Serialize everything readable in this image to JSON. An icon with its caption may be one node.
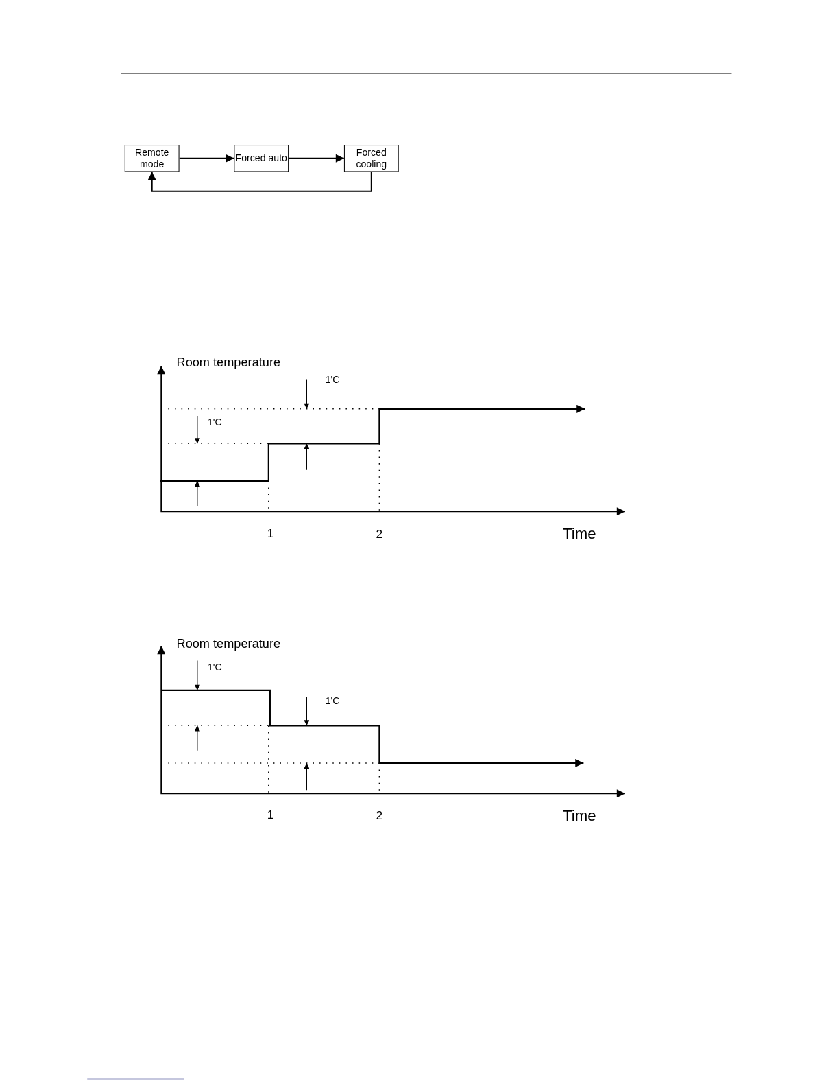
{
  "diagram": {
    "nodes": [
      {
        "text": [
          "Remote mode"
        ]
      },
      {
        "text": [
          "Forced auto"
        ]
      },
      {
        "text": [
          "Forced cooling"
        ]
      }
    ],
    "edges": [
      {
        "from": 0,
        "to": 1,
        "arrow": "to"
      },
      {
        "from": 1,
        "to": 2,
        "arrow": "to"
      },
      {
        "from": 2,
        "to": 0,
        "arrow": "to"
      }
    ],
    "labels": [
      "Room temperature",
      "1'C",
      "1'C",
      "1",
      "2",
      "Time",
      "Room temperature",
      "1'C",
      "1'C",
      "1",
      "2",
      "Time"
    ]
  }
}
